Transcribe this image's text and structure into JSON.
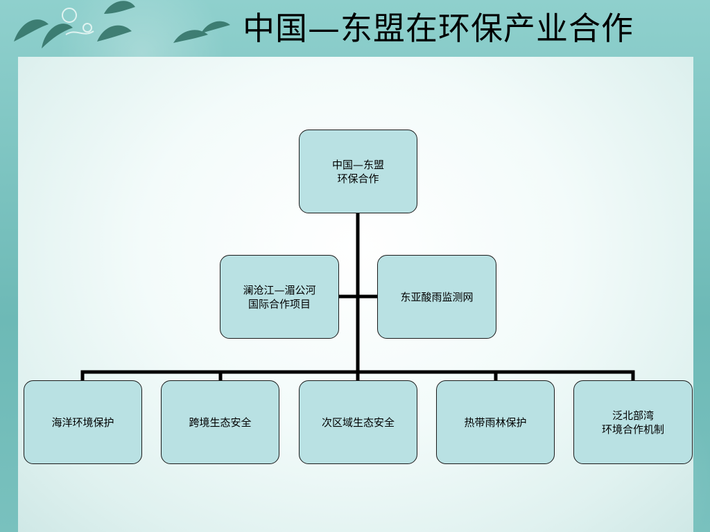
{
  "title": "中国—东盟在环保产业合作",
  "diagram": {
    "root": {
      "label": "中国—东盟\n环保合作"
    },
    "assistants": [
      {
        "label": "澜沧江—湄公河\n国际合作项目"
      },
      {
        "label": "东亚酸雨监测网"
      }
    ],
    "children": [
      {
        "label": "海洋环境保护"
      },
      {
        "label": "跨境生态安全"
      },
      {
        "label": "次区域生态安全"
      },
      {
        "label": "热带雨林保护"
      },
      {
        "label": "泛北部湾\n环境合作机制"
      }
    ]
  }
}
